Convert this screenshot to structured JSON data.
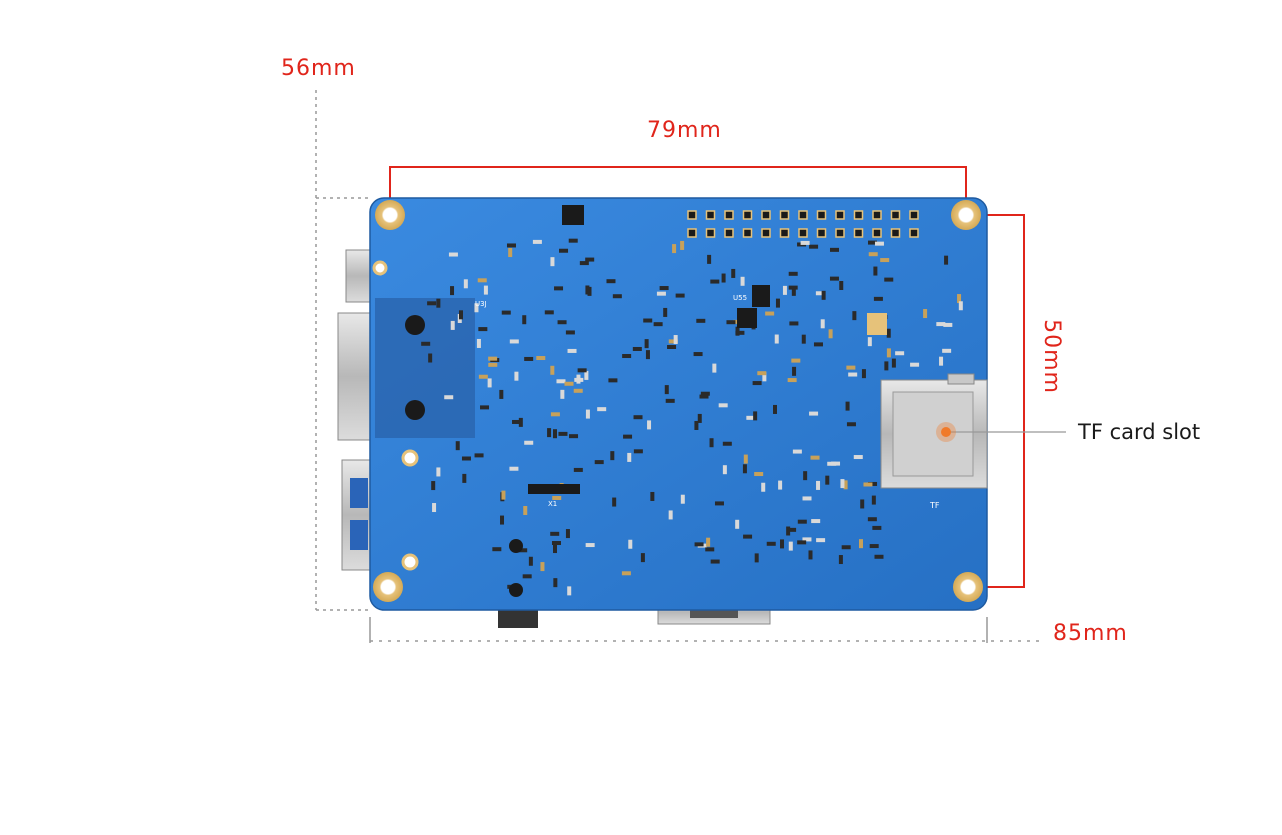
{
  "dimensions": {
    "height_total": "56mm",
    "hole_spacing_horizontal": "79mm",
    "hole_spacing_vertical": "50mm",
    "width_total": "85mm"
  },
  "callout": {
    "label": "TF card slot"
  },
  "board": {
    "silkscreen": {
      "slot": "TF",
      "crystal": "X1",
      "ic_top": "U3J",
      "chip": "U55"
    }
  },
  "colors": {
    "dimension": "#e0251b",
    "pcb": "#2f7fd4",
    "callout_dot": "#f07a2a"
  }
}
